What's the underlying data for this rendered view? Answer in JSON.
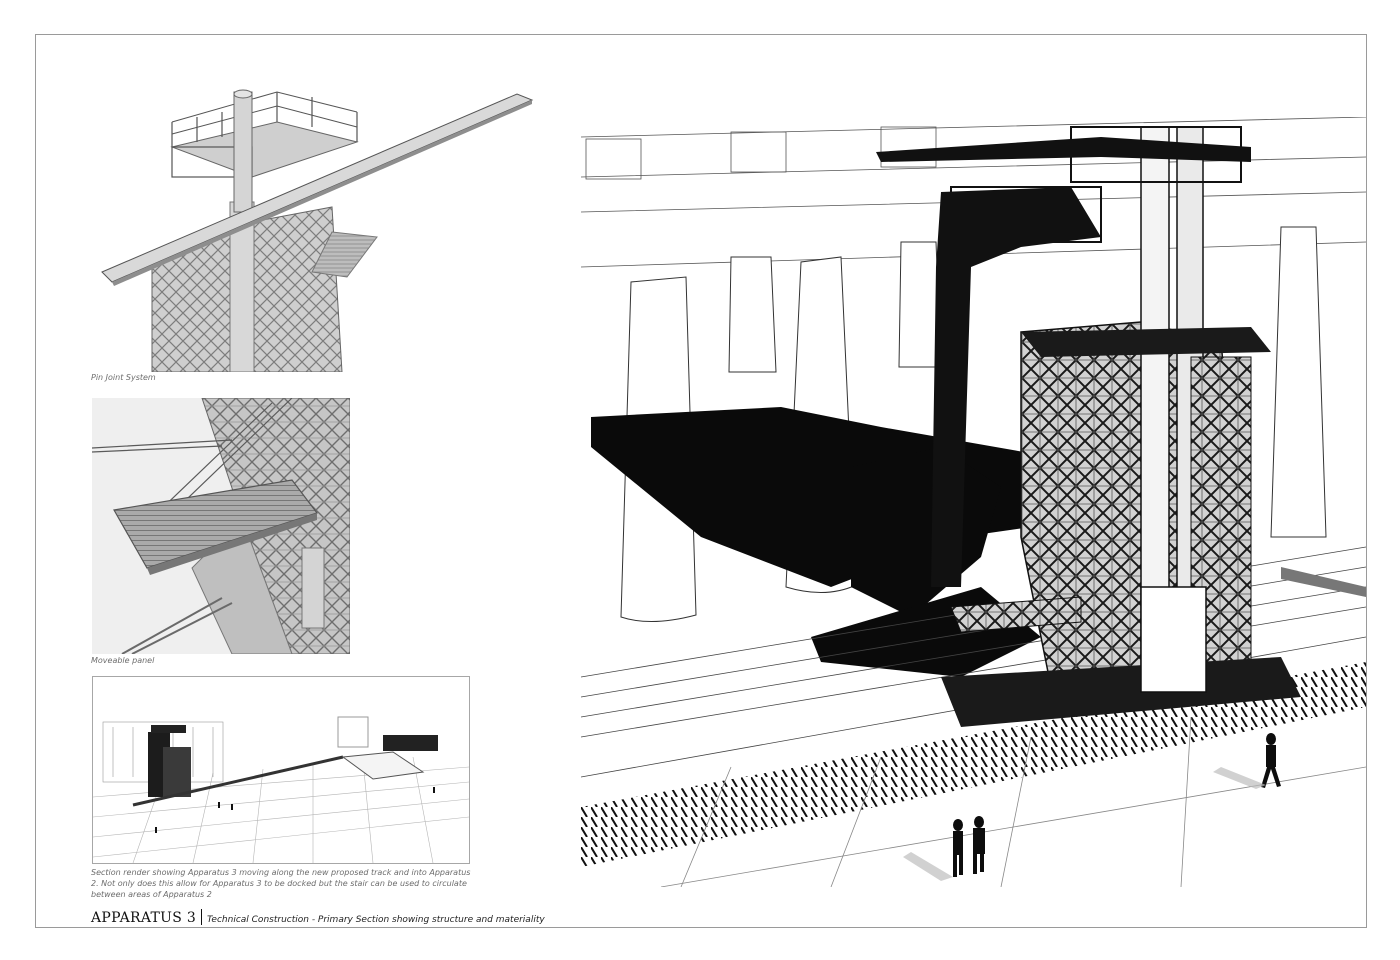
{
  "sheet": {
    "title": "APPARATUS 3",
    "subtitle": "Technical Construction - Primary Section showing structure and materiality"
  },
  "panels": {
    "pin_joint": {
      "caption": "Pin Joint System"
    },
    "moveable_panel": {
      "caption": "Moveable panel"
    },
    "section_render": {
      "caption": "Section render showing Apparatus 3 moving along the new proposed track and into Apparatus 2. Not only does this allow for Apparatus 3 to be docked but the stair can be used to circulate between areas of Apparatus 2"
    }
  },
  "colors": {
    "border": "#9a9a9a",
    "caption_text": "#6d6d6d",
    "title_text": "#111111",
    "render_grey": "#c9c9c9",
    "shadow_black": "#0a0a0a"
  }
}
